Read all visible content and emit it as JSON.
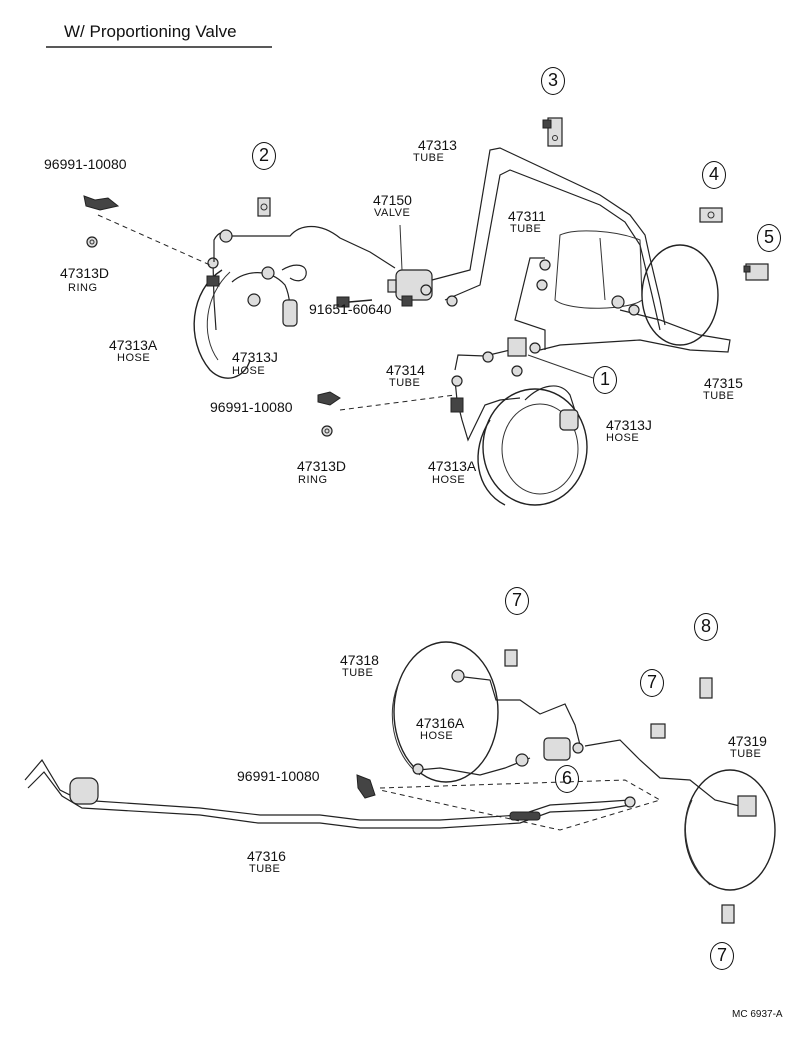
{
  "title": "W/  Proportioning Valve",
  "labels": {
    "l96991_top": "96991-10080",
    "l47313D_top": "47313D",
    "ring_top": "RING",
    "l47313A_left": "47313A",
    "hose_left": "HOSE",
    "l47313J_left": "47313J",
    "hose_left2": "HOSE",
    "l47150": "47150",
    "valve": "VALVE",
    "l91651": "91651-60640",
    "l47313": "47313",
    "tube_47313": "TUBE",
    "l47311": "47311",
    "tube_47311": "TUBE",
    "l47314": "47314",
    "tube_47314": "TUBE",
    "l96991_mid": "96991-10080",
    "l47313D_mid": "47313D",
    "ring_mid": "RING",
    "l47313A_mid": "47313A",
    "hose_mid": "HOSE",
    "l47313J_right": "47313J",
    "hose_right": "HOSE",
    "l47315": "47315",
    "tube_47315": "TUBE",
    "l47318": "47318",
    "tube_47318": "TUBE",
    "l47316A": "47316A",
    "hose_47316A": "HOSE",
    "l96991_bot": "96991-10080",
    "l47316": "47316",
    "tube_47316": "TUBE",
    "l47319": "47319",
    "tube_47319": "TUBE",
    "ref": "MC  6937-A"
  },
  "callouts": {
    "c1": "1",
    "c2": "2",
    "c3": "3",
    "c4": "4",
    "c5": "5",
    "c6": "6",
    "c7a": "7",
    "c7b": "7",
    "c7c": "7",
    "c8": "8"
  }
}
